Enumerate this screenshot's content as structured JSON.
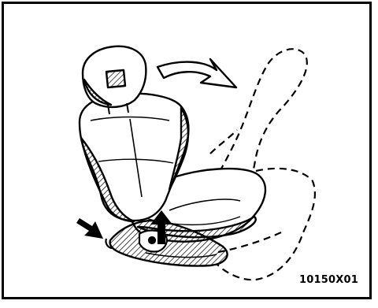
{
  "figure": {
    "code": "10150X01",
    "colors": {
      "ink": "#000000",
      "paper": "#ffffff",
      "hatch": "#000000"
    },
    "parts": [
      "seat-headrest",
      "seat-backrest",
      "seat-cushion",
      "reclined-seatback-outline",
      "recline-direction-arrow",
      "recline-lever",
      "lever-pull-up-arrow",
      "push-arrow"
    ]
  }
}
